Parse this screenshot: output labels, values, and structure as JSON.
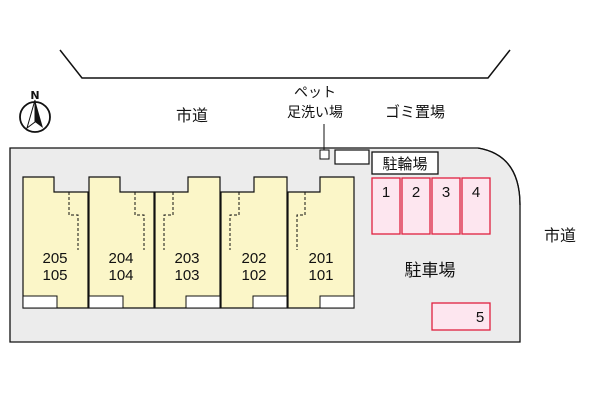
{
  "compass": {
    "label": "N"
  },
  "road_top": {
    "label": "市道"
  },
  "road_right": {
    "label": "市道"
  },
  "pet_wash": {
    "label_line1": "ペット",
    "label_line2": "足洗い場"
  },
  "garbage": {
    "label": "ゴミ置場"
  },
  "bike_parking": {
    "label": "駐輪場"
  },
  "parking": {
    "label": "駐車場",
    "spaces": [
      "1",
      "2",
      "3",
      "4",
      "5"
    ]
  },
  "units": [
    {
      "upper": "205",
      "lower": "105"
    },
    {
      "upper": "204",
      "lower": "104"
    },
    {
      "upper": "203",
      "lower": "103"
    },
    {
      "upper": "202",
      "lower": "102"
    },
    {
      "upper": "201",
      "lower": "101"
    }
  ],
  "colors": {
    "lot": "#ececec",
    "building": "#fbf6c8",
    "parking_fill": "#fde6ef",
    "parking_stroke": "#e0203f",
    "line": "#111111"
  }
}
